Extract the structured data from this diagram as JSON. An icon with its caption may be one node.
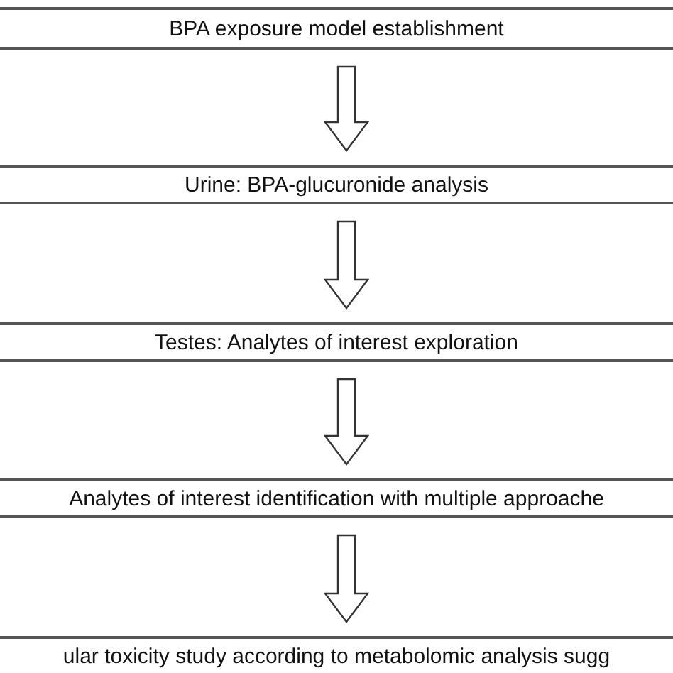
{
  "diagram": {
    "nodes": [
      {
        "text": [
          "BPA exposure model establishment"
        ]
      },
      {
        "text": [
          "Urine: BPA-glucuronide analysis"
        ]
      },
      {
        "text": [
          "Testes: Analytes of interest exploration"
        ]
      },
      {
        "text": [
          "Analytes of interest identification with multiple approache"
        ]
      },
      {
        "text": [
          "ular toxicity study according to metabolomic analysis sugg"
        ]
      }
    ],
    "edges": [
      {
        "from": 0,
        "to": 1,
        "arrow": "to"
      },
      {
        "from": 1,
        "to": 2,
        "arrow": "to"
      },
      {
        "from": 2,
        "to": 3,
        "arrow": "to"
      },
      {
        "from": 3,
        "to": 4,
        "arrow": "to"
      }
    ]
  }
}
